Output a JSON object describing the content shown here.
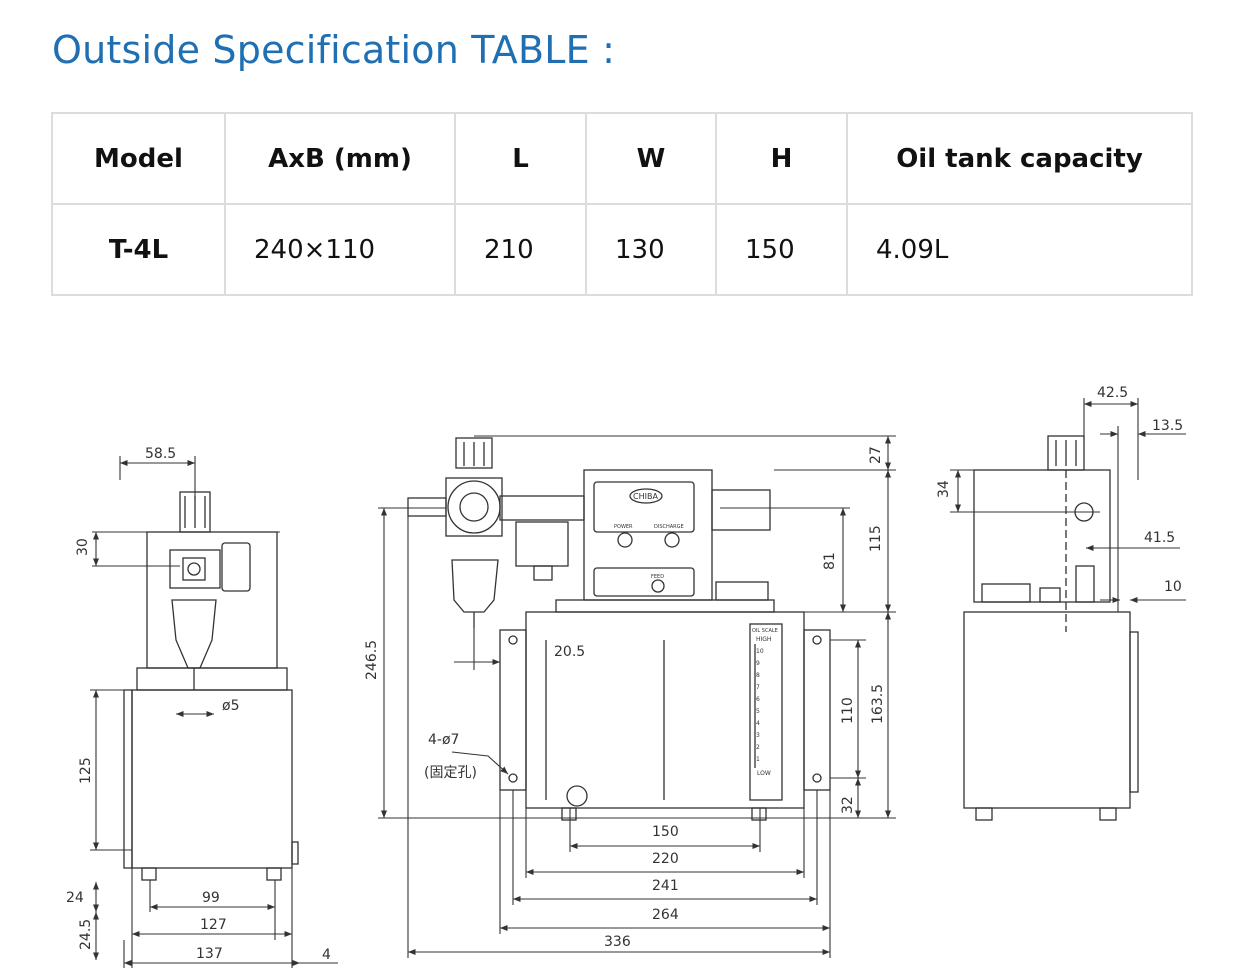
{
  "title": "Outside Specification TABLE :",
  "table": {
    "headers": [
      "Model",
      "AxB (mm)",
      "L",
      "W",
      "H",
      "Oil tank capacity"
    ],
    "rows": [
      [
        "T-4L",
        "240×110",
        "210",
        "130",
        "150",
        "4.09L"
      ]
    ]
  },
  "drawing": {
    "side_view": {
      "dims": [
        "58.5",
        "30",
        "ø5",
        "125",
        "24",
        "99",
        "127",
        "24.5",
        "137",
        "4"
      ]
    },
    "front_view": {
      "dims": [
        "27",
        "115",
        "81",
        "246.5",
        "20.5",
        "110",
        "163.5",
        "32",
        "150",
        "220",
        "241",
        "264",
        "336"
      ],
      "hole_note": "4-ø7",
      "hole_note_sub": "(固定孔)",
      "panel": {
        "brand": "CHIBA",
        "power": "POWER",
        "discharge": "DISCHARGE",
        "feed": "FEED"
      },
      "oil_scale": {
        "title": "OIL SCALE",
        "high": "HIGH",
        "low": "LOW",
        "marks": [
          "10",
          "9",
          "8",
          "7",
          "6",
          "5",
          "4",
          "3",
          "2",
          "1"
        ]
      }
    },
    "end_view": {
      "dims": [
        "42.5",
        "13.5",
        "34",
        "41.5",
        "10"
      ]
    }
  }
}
